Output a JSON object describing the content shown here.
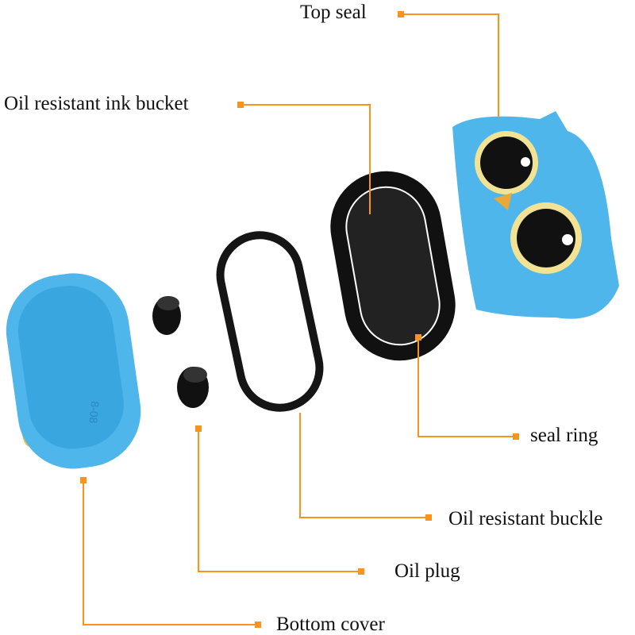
{
  "colors": {
    "leader": "#f7931e",
    "blue": "#4fb6ec",
    "dark": "#151515"
  },
  "labels": {
    "top_seal": "Top seal",
    "ink_bucket": "Oil resistant ink bucket",
    "seal_ring": "seal ring",
    "buckle": "Oil resistant buckle",
    "oil_plug": "Oil plug",
    "bottom_cover": "Bottom cover"
  },
  "bottom_cover_marking": "8-08"
}
